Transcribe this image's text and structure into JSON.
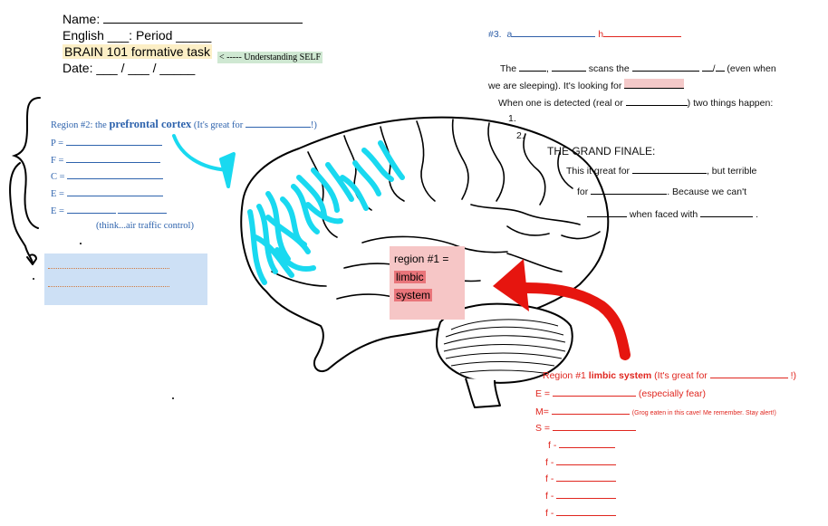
{
  "header": {
    "name_label": "Name:",
    "english_label": "English ___: Period _____",
    "brain_label": "BRAIN 101 formative task",
    "understanding_label": "< ----- Understanding SELF",
    "date_label": "Date: ___ / ___ / _____"
  },
  "region2": {
    "title_prefix": "Region #2: the",
    "title_bold": "prefrontal cortex",
    "title_suffix": "(It's great for",
    "title_end": "!)",
    "items": [
      "P =",
      "F =",
      "C =",
      "E =",
      "E ="
    ],
    "note": "(think...air traffic control)"
  },
  "region1_box": {
    "line1": "region #1 =",
    "line2": "limbic",
    "line3": "system"
  },
  "right_section": {
    "num": "#3.",
    "a_label": "a",
    "h_label": "h",
    "line1_a": "The",
    "line1_b": "scans the",
    "line1_c": "(even when",
    "line2_a": "we are sleeping). It's looking for",
    "line3_a": "When one is detected (real or",
    "line3_b": ") two things happen:",
    "item1": "1.",
    "item2": "2.",
    "finale_title": "THE GRAND FINALE:",
    "finale_line1_a": "This it great for",
    "finale_line1_b": ", but terrible",
    "finale_line2_a": "for",
    "finale_line2_b": ". Because we can't",
    "finale_line3_a": "when faced with",
    "finale_line3_b": "."
  },
  "region1": {
    "title_prefix": "Region #1",
    "title_bold": "limbic system",
    "title_suffix": "(It's great for",
    "title_end": "!)",
    "e_label": "E =",
    "e_suffix": "(especially fear)",
    "m_label": "M=",
    "m_suffix": "(Grog eaten in this cave! Me remember. Stay alert!)",
    "s_label": "S =",
    "f_items": [
      "f -",
      "f -",
      "f -",
      "f -",
      "f -"
    ]
  },
  "colors": {
    "blue_text": "#2e63ad",
    "red_text": "#e0261f",
    "cyan_scribble": "#19d9f0",
    "pink_box": "#f6c6c6",
    "blue_box": "#cde0f5"
  }
}
